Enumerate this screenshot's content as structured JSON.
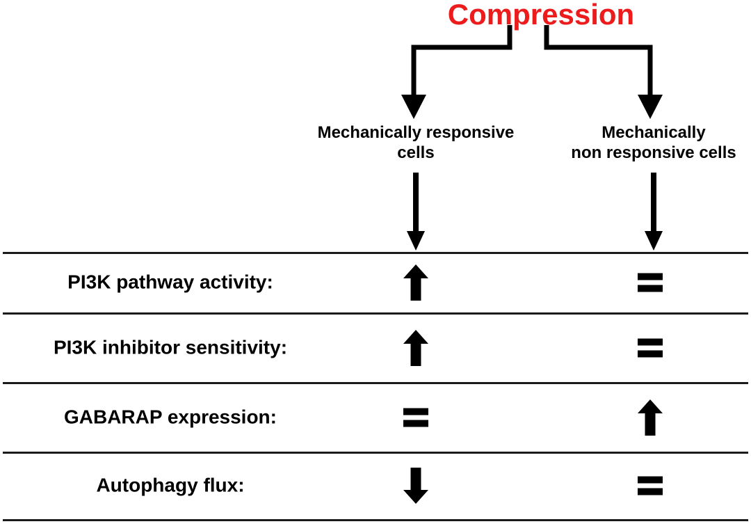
{
  "title": {
    "text": "Compression",
    "color": "#ed1c1c"
  },
  "columns": [
    {
      "line1": "Mechanically responsive",
      "line2": "cells"
    },
    {
      "line1": "Mechanically",
      "line2": "non responsive cells"
    }
  ],
  "rows": [
    {
      "label": "PI3K pathway activity:",
      "responsive": "increase",
      "non_responsive": "unchanged"
    },
    {
      "label": "PI3K inhibitor sensitivity:",
      "responsive": "increase",
      "non_responsive": "unchanged"
    },
    {
      "label": "GABARAP expression:",
      "responsive": "unchanged",
      "non_responsive": "increase"
    },
    {
      "label": "Autophagy flux:",
      "responsive": "decrease",
      "non_responsive": "unchanged"
    }
  ],
  "symbols": {
    "increase": "up-arrow",
    "unchanged": "equals",
    "decrease": "down-arrow"
  },
  "colors": {
    "accent_red": "#ed1c1c",
    "ink": "#000000",
    "rule": "#1b1b1b"
  }
}
